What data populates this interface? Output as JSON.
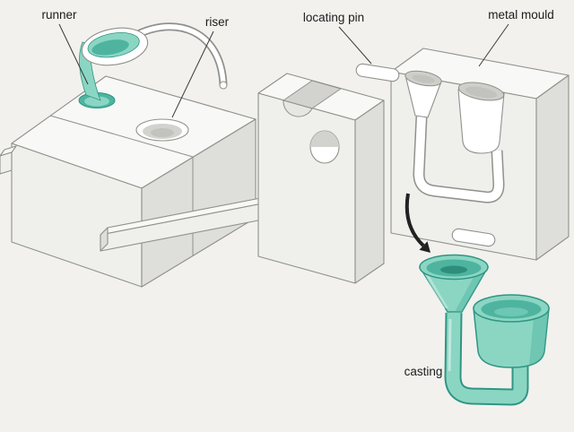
{
  "diagram": {
    "type": "technical-illustration",
    "subject": "two-part metal mould gravity casting process",
    "labels": {
      "runner": "runner",
      "riser": "riser",
      "locating_pin": "locating pin",
      "metal_mould": "metal mould",
      "casting": "casting"
    },
    "colors": {
      "bg": "#f2f1ee",
      "block_top": "#f8f8f6",
      "block_front": "#efefec",
      "block_side": "#dededa",
      "block_shade": "#d2d2ce",
      "outline": "#90908c",
      "molten": "#8bd6c3",
      "molten_dark": "#4eb4a0",
      "molten_deep": "#2e9683",
      "label_text": "#1c1c1c"
    }
  }
}
